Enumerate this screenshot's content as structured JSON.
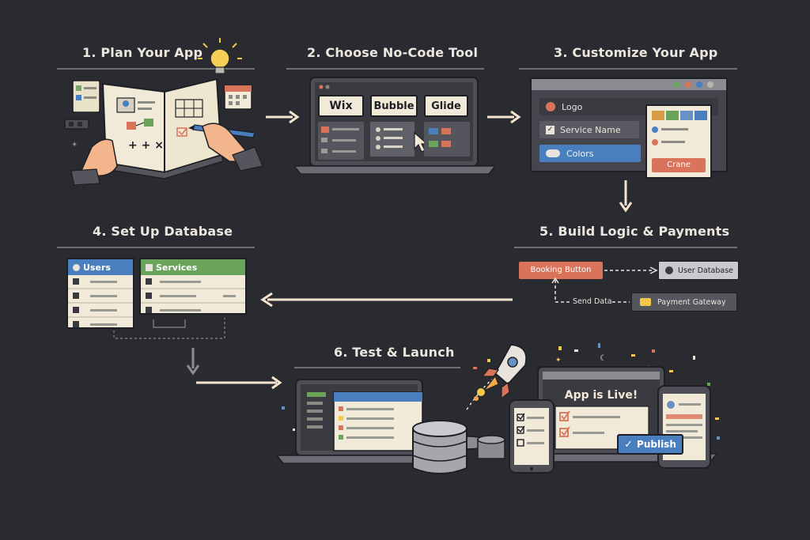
{
  "steps": [
    {
      "title": "1. Plan Your App"
    },
    {
      "title": "2. Choose No-Code Tool"
    },
    {
      "title": "3. Customize Your App"
    },
    {
      "title": "4. Set Up Database"
    },
    {
      "title": "5. Build Logic & Payments"
    },
    {
      "title": "6. Test & Launch"
    }
  ],
  "tools": [
    "Wix",
    "Bubble",
    "Glide"
  ],
  "customize": {
    "logo": "Logo",
    "service_name": "Service Name",
    "colors": "Colors",
    "button": "Crane"
  },
  "database": {
    "users": "Users",
    "services": "Services"
  },
  "logic": {
    "booking_button": "Booking Button",
    "user_database": "User Database",
    "send_data": "Send Data",
    "payment_gateway": "Payment Gateway"
  },
  "launch": {
    "live_message": "App is Live!",
    "publish": "Publish"
  },
  "colors": {
    "background": "#2a2b31",
    "accent_orange": "#d9735a",
    "accent_blue": "#4a7fbf",
    "accent_green": "#6aa35a",
    "paper": "#f1ead8",
    "arrow": "#f3e3cf"
  }
}
